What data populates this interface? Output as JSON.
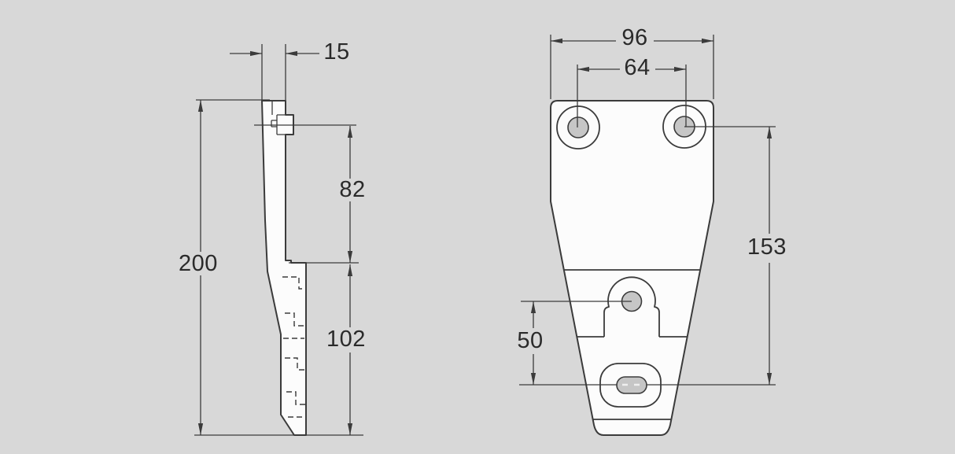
{
  "drawing": {
    "kind": "technical-drawing-two-views",
    "colors": {
      "background": "#d8d8d8",
      "line": "#3b3b3b",
      "part_fill": "#fcfcfc",
      "hole_fill": "#c6c6c6",
      "text": "#2a2a2a"
    },
    "side_view": {
      "name": "side profile view",
      "dims": {
        "plate_thickness": "15",
        "overall_height": "200",
        "upper_section_height": "82",
        "lower_section_height": "102"
      }
    },
    "front_view": {
      "name": "front view",
      "dims": {
        "overall_width": "96",
        "top_hole_spacing": "64",
        "hole_to_slot_height": "153",
        "mid_hole_to_slot": "50"
      }
    }
  }
}
